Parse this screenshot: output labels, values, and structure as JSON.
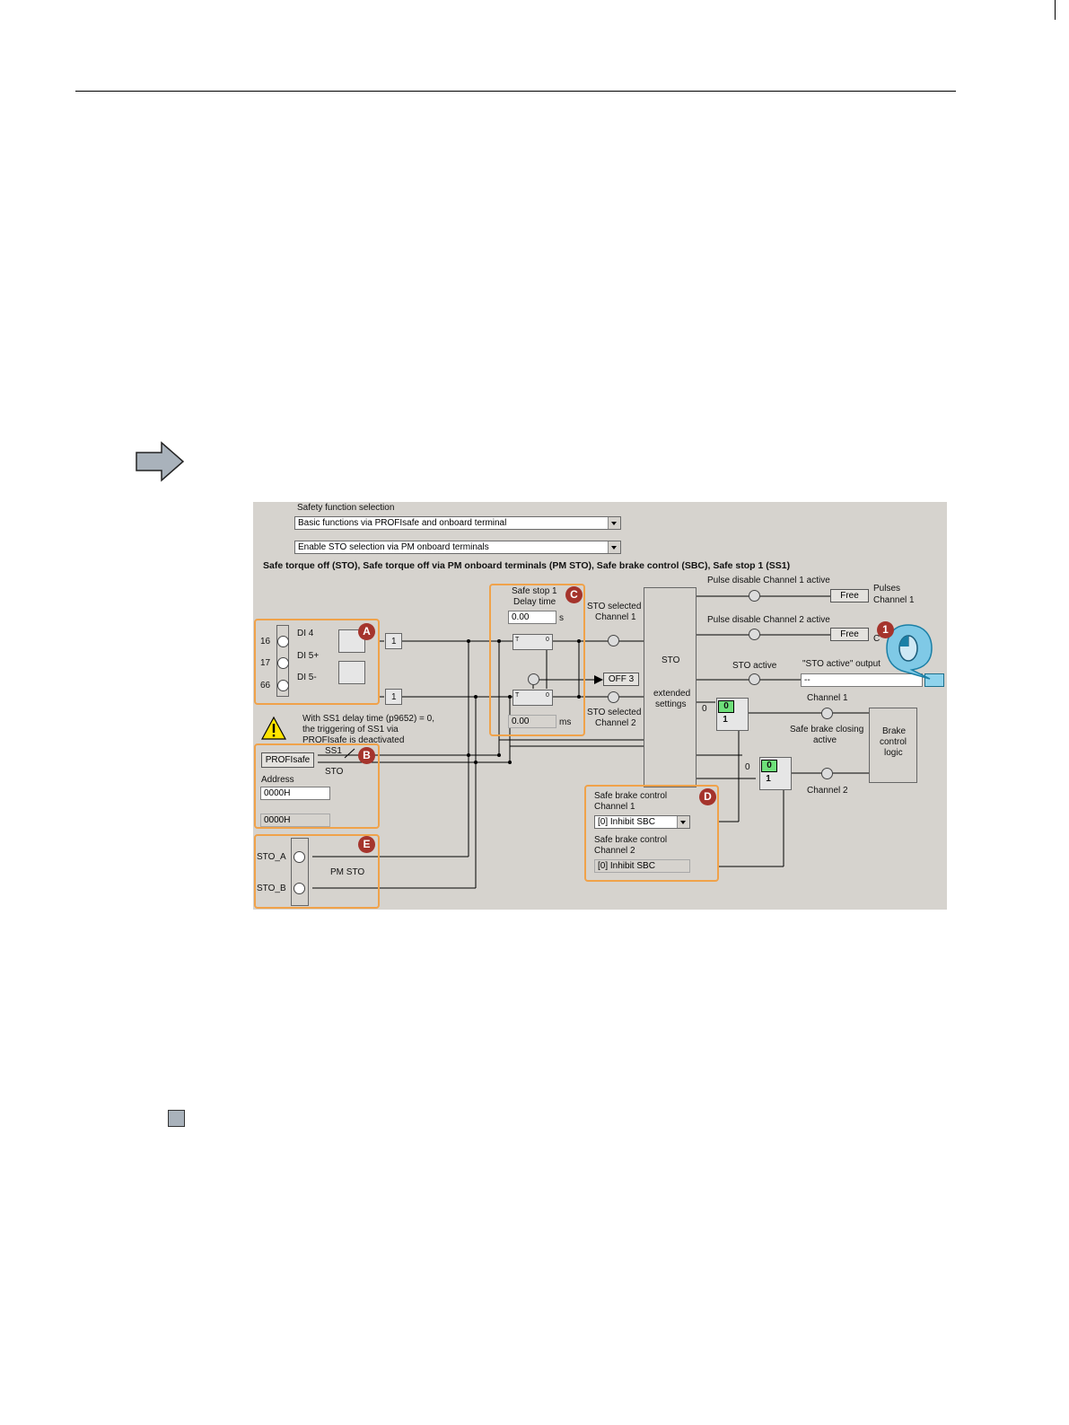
{
  "panel": {
    "safety_selection_label": "Safety function selection",
    "safety_selection_value": "Basic functions via PROFIsafe and onboard terminal",
    "sto_selection_value": "Enable STO selection via PM onboard terminals",
    "functions_heading": "Safe torque off (STO), Safe torque off via PM onboard terminals (PM STO), Safe brake control (SBC), Safe stop 1 (SS1)",
    "terminals": {
      "t16": "16",
      "t17": "17",
      "t66": "66",
      "di4": "DI 4",
      "di5p": "DI 5+",
      "di5m": "DI 5-"
    },
    "gate_label": "1",
    "warning_text": [
      "With SS1 delay time (p9652) = 0,",
      "the triggering of SS1 via",
      "PROFIsafe is deactivated"
    ],
    "profisafe": {
      "button": "PROFIsafe",
      "ss1": "SS1",
      "sto": "STO",
      "address_label": "Address",
      "address_value": "0000H",
      "address_readback": "0000H"
    },
    "pm_sto": {
      "sto_a": "STO_A",
      "sto_b": "STO_B",
      "label": "PM STO"
    },
    "ss1": {
      "title": "Safe stop 1",
      "delay_label": "Delay time",
      "delay_value": "0.00",
      "delay_unit": "s",
      "ms_value": "0.00",
      "ms_unit": "ms",
      "off3": "OFF 3",
      "timer_t": "T",
      "timer_0": "0"
    },
    "sto_selected_ch1": [
      "STO selected",
      "Channel 1"
    ],
    "sto_selected_ch2": [
      "STO selected",
      "Channel 2"
    ],
    "sto_block": {
      "title": "STO",
      "ext1": "extended",
      "ext2": "settings"
    },
    "pulse": {
      "ch1_active": "Pulse disable Channel 1 active",
      "ch2_active": "Pulse disable Channel 2 active",
      "free": "Free",
      "pulses": "Pulses",
      "channel1": "Channel 1",
      "channel2_partial": "C"
    },
    "sto_active": {
      "label": "STO active",
      "output_label": "\"STO active\" output",
      "output_value": "--"
    },
    "brake": {
      "channel1": "Channel 1",
      "channel2": "Channel 2",
      "closing": "Safe brake closing",
      "active": "active",
      "logic": [
        "Brake",
        "control",
        "logic"
      ],
      "zero": "0",
      "one": "1"
    },
    "sbc": {
      "ch1_label": [
        "Safe brake control",
        "Channel 1"
      ],
      "ch1_value": "[0] Inhibit SBC",
      "ch2_label": [
        "Safe brake control",
        "Channel 2"
      ],
      "ch2_value": "[0] Inhibit SBC"
    },
    "badges": {
      "a": "A",
      "b": "B",
      "c": "C",
      "d": "D",
      "e": "E",
      "one": "1"
    }
  },
  "colors": {
    "panel_bg": "#d6d3ce",
    "highlight": "#f0a24a",
    "badge": "#a5342c",
    "switch_active": "#6ee07a",
    "cursor_bubble": "#7fc9e6",
    "arrow": "#a9b2bb"
  }
}
